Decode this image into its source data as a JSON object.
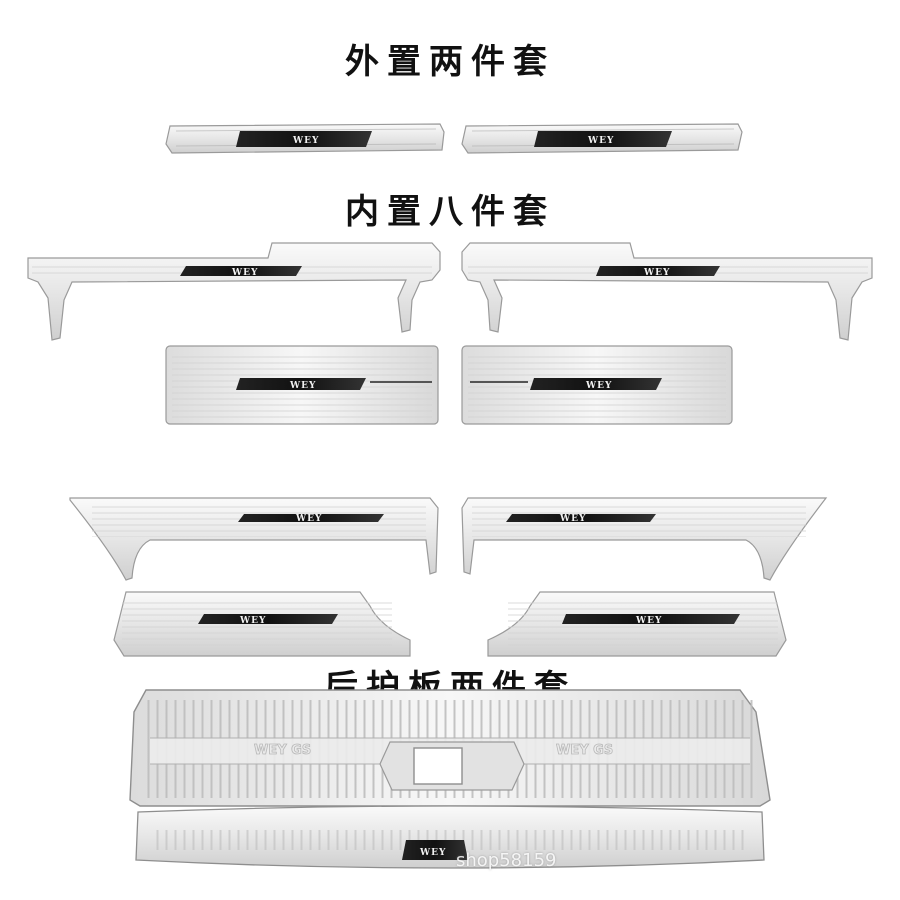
{
  "sections": {
    "exterior_title": "外置两件套",
    "interior_title": "内置八件套",
    "rear_title": "后护板两件套"
  },
  "badges": {
    "brand": "WEY",
    "model": "WEY GS"
  },
  "watermark": "shop58159"
}
